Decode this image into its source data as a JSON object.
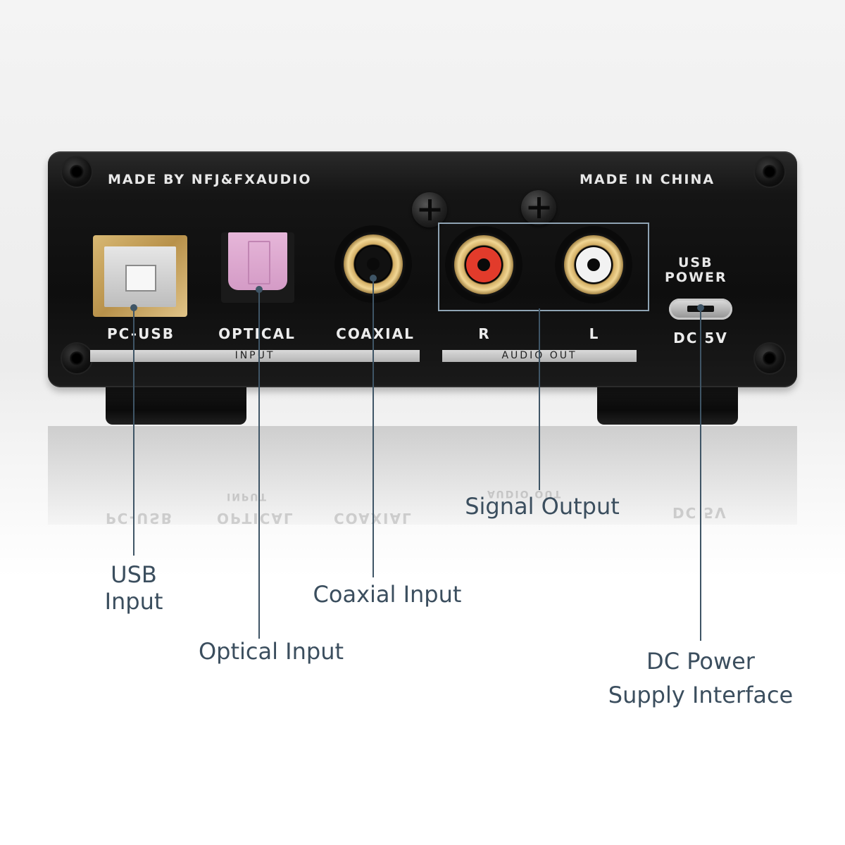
{
  "device": {
    "maker_text": "MADE BY NFJ&FXAUDIO",
    "origin_text": "MADE IN CHINA",
    "ports": {
      "usb_b": "PC-USB",
      "optical": "OPTICAL",
      "coaxial": "COAXIAL",
      "right": "R",
      "left": "L",
      "usb_power_line1": "USB",
      "usb_power_line2": "POWER",
      "dc": "DC 5V"
    },
    "groups": {
      "input": "INPUT",
      "audio_out": "AUDIO OUT"
    }
  },
  "callouts": {
    "usb_line1": "USB",
    "usb_line2": "Input",
    "optical": "Optical Input",
    "coaxial": "Coaxial Input",
    "signal": "Signal Output",
    "dc_line1": "DC Power",
    "dc_line2": "Supply Interface"
  },
  "colors": {
    "panel": "#111111",
    "callout_text": "#3b4e5e",
    "gold": "#d2ad63",
    "optical_pink": "#e0acd3",
    "rca_red": "#e23b2b"
  }
}
